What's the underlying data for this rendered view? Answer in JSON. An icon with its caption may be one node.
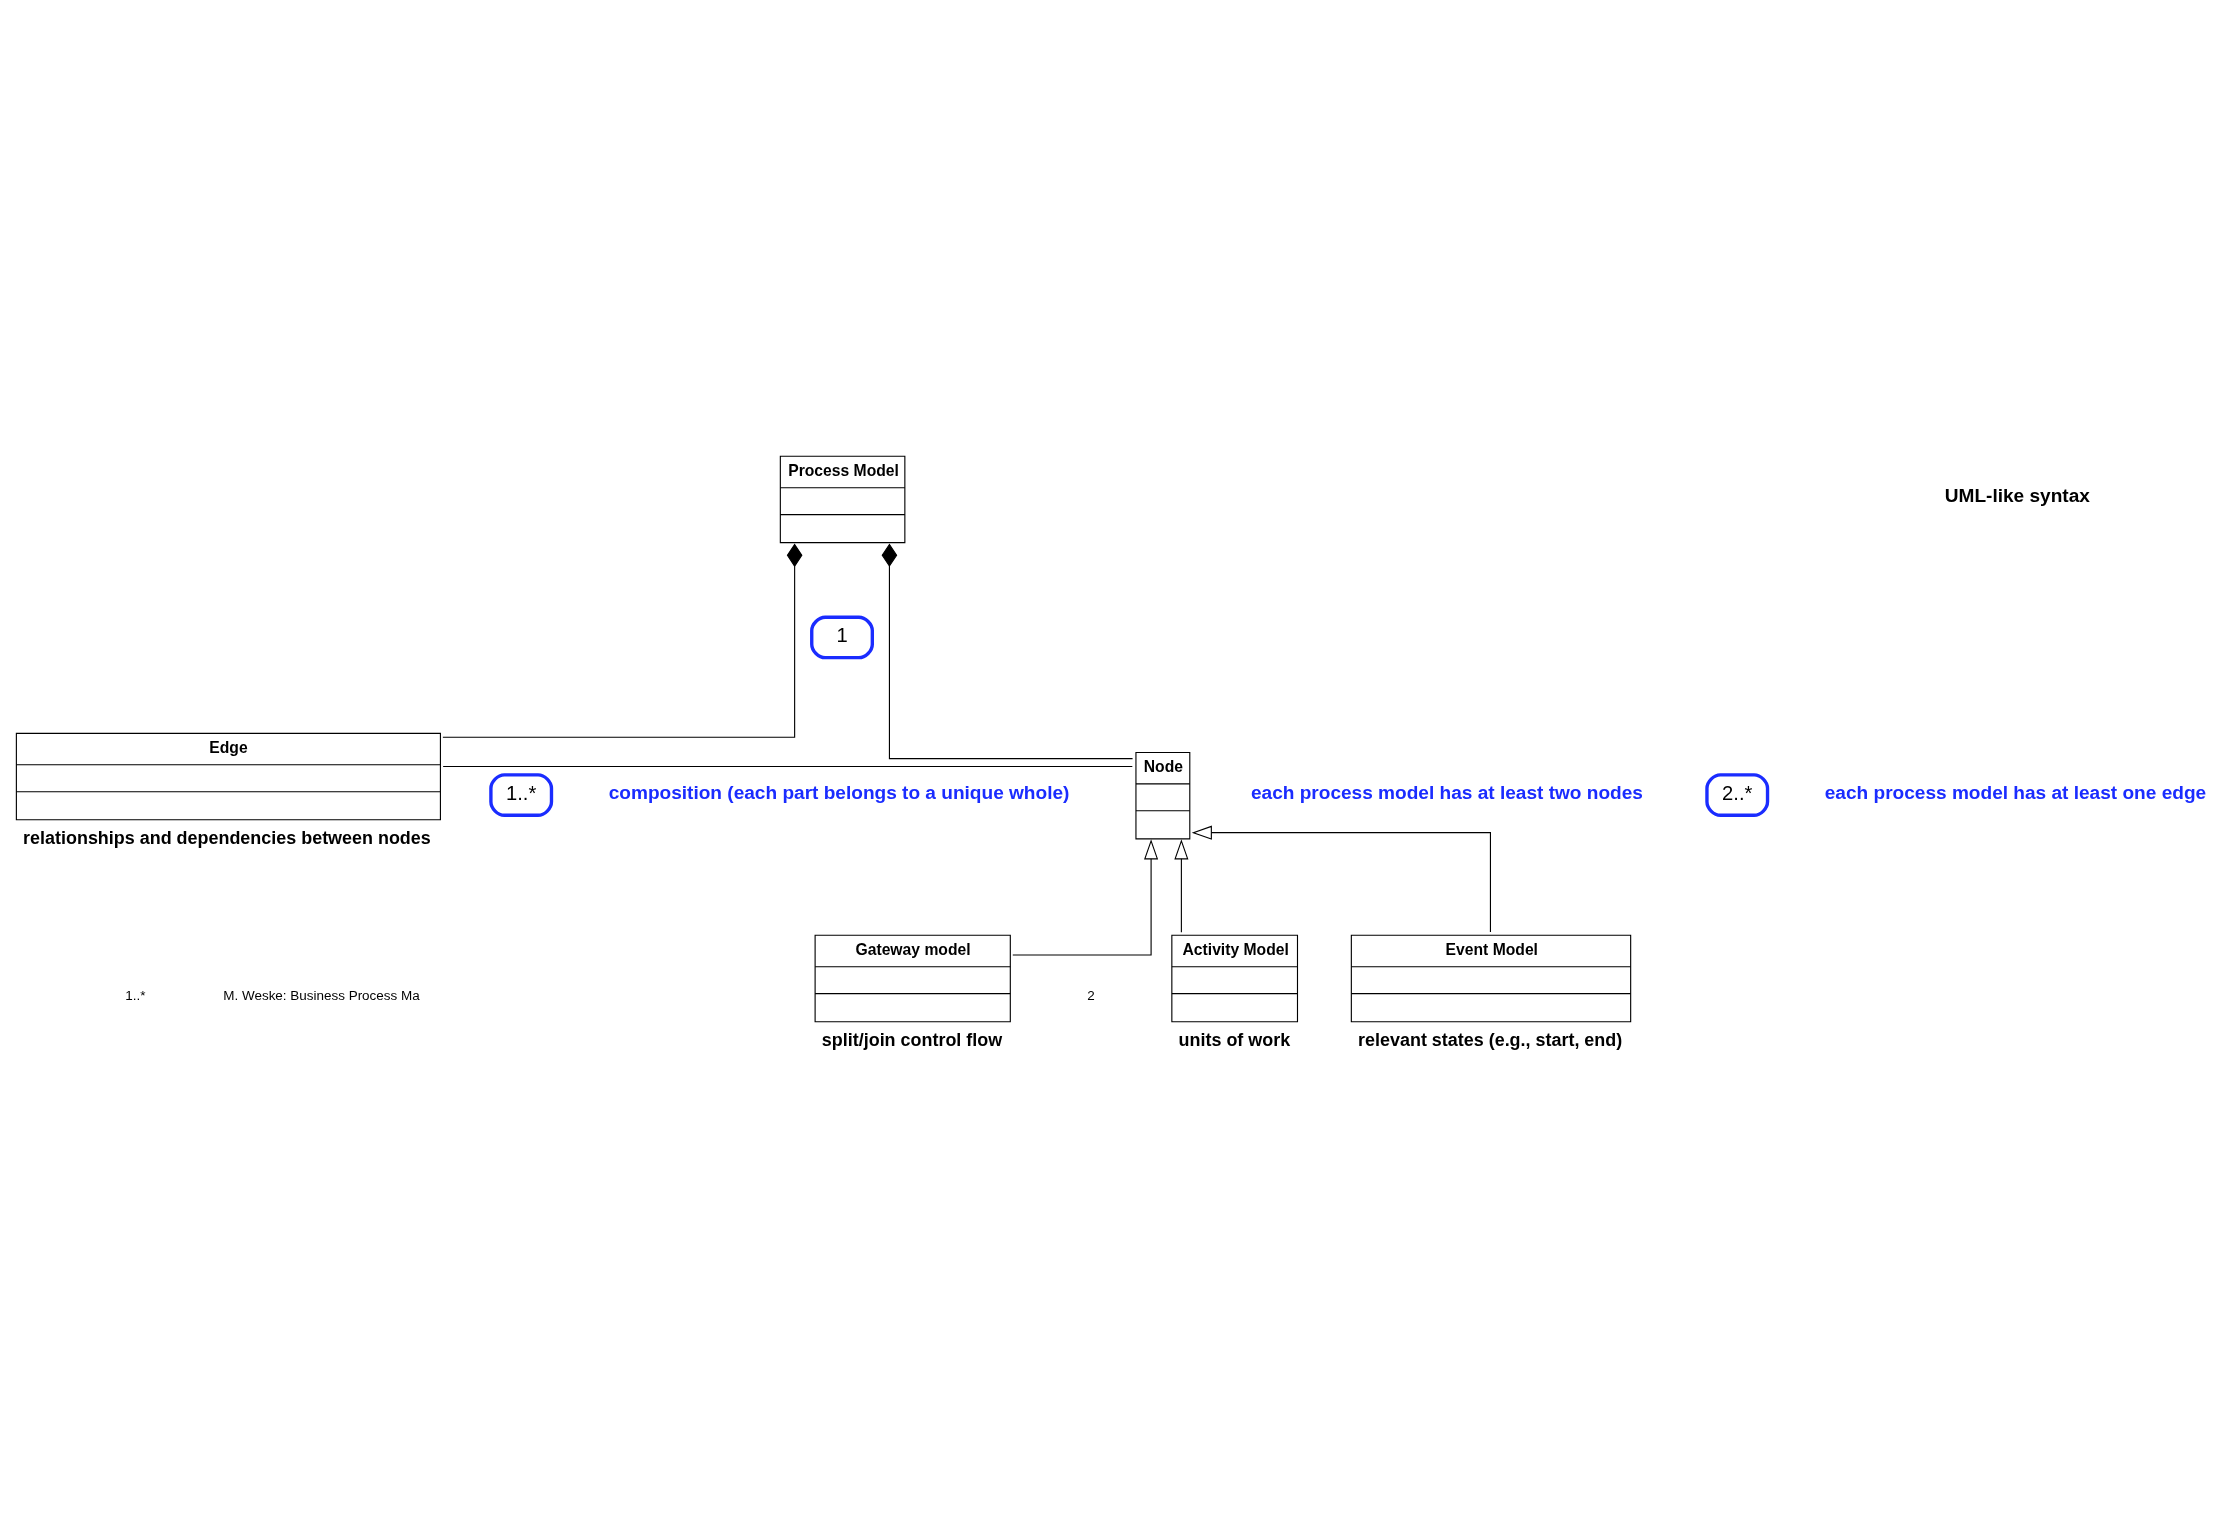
{
  "diagram": {
    "nodes": [
      {
        "text": [
          "Process Model"
        ]
      },
      {
        "text": [
          "Node"
        ]
      },
      {
        "text": [
          "Edge"
        ],
        "beside": [
          "relationships and dependencies between nodes"
        ]
      },
      {
        "text": [
          "Activity Model"
        ],
        "beside": [
          "units of work"
        ]
      },
      {
        "text": [
          "Event Model"
        ],
        "beside": [
          "relevant states (e.g., start, end)"
        ]
      },
      {
        "text": [
          "Gateway model"
        ],
        "beside": [
          "split/join control flow"
        ]
      }
    ],
    "edges": [
      {
        "from": 0,
        "to": 1,
        "arrow": "other"
      },
      {
        "from": 0,
        "to": 2,
        "arrow": "other"
      },
      {
        "from": 1,
        "to": 2,
        "arrow": "none"
      },
      {
        "from": 3,
        "to": 1,
        "arrow": "to"
      },
      {
        "from": 4,
        "to": 1,
        "arrow": "to"
      },
      {
        "from": 5,
        "to": 1,
        "arrow": "to"
      }
    ],
    "labels": [
      "UML-like syntax",
      "1",
      "composition (each part belongs to a unique whole)",
      "each process model has at least two nodes",
      "2..*",
      "1..*",
      "each process model has at least one edge",
      "2",
      "1..*",
      "M. Weske: Business Process Ma"
    ]
  }
}
